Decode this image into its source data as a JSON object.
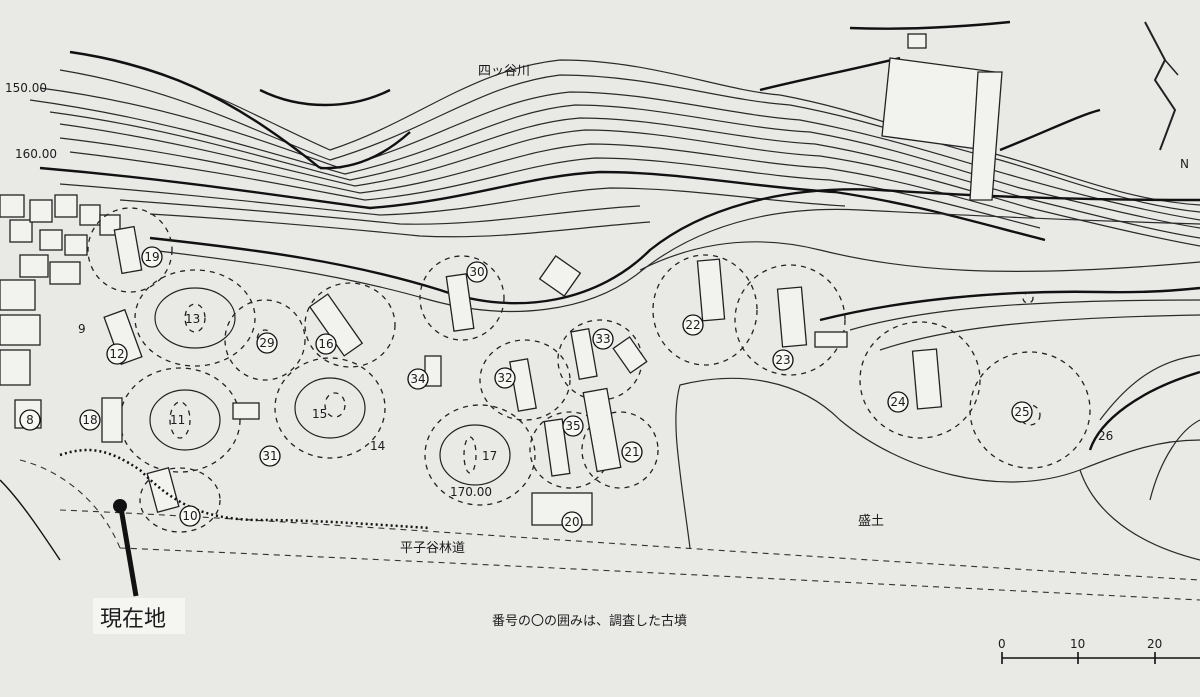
{
  "map": {
    "river_label": "四ッ谷川",
    "elevation_labels": [
      "150.00",
      "160.00",
      "170.00"
    ],
    "road_label": "平子谷林道",
    "fill_label": "盛土",
    "current_location_label": "現在地",
    "caption": "番号の〇の囲みは、調査した古墳",
    "north_label": "N",
    "scale_labels": [
      "0",
      "10",
      "20"
    ],
    "tombs_circled": [
      "8",
      "10",
      "12",
      "16",
      "18",
      "19",
      "20",
      "21",
      "22",
      "23",
      "24",
      "25",
      "29",
      "30",
      "31",
      "32",
      "33",
      "34",
      "35"
    ],
    "tombs_plain": [
      "9",
      "11",
      "13",
      "14",
      "15",
      "17",
      "26"
    ]
  }
}
